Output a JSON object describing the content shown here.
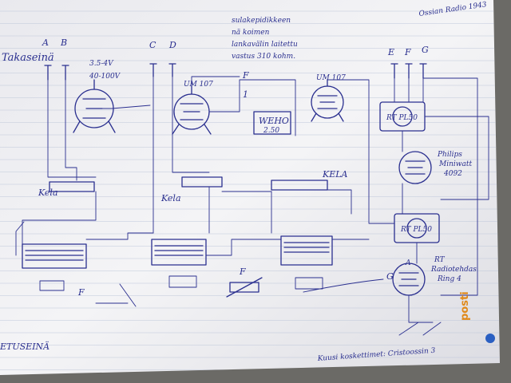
{
  "scene": "photo of a hand-drawn radio circuit schematic on lined notebook paper",
  "labels": {
    "back_wall": "Takaseinä",
    "corner_note": "Ossian Radio 1943",
    "note_line1": "sulakepidikkeen",
    "note_line2": "nä koimen",
    "note_line3": "lankavälin laitettu",
    "note_line4": "vastus 310 kohm.",
    "terminal_a": "A",
    "terminal_b": "B",
    "terminal_c": "C",
    "terminal_d": "D",
    "terminal_e": "E",
    "terminal_f": "F",
    "terminal_g": "G",
    "tube1_spec1": "3.5-4V",
    "tube1_spec2": "40-100V",
    "tube2_label": "UM 107",
    "tube3_label": "UM 107",
    "weho": "WEHO",
    "weho_value": "2.50",
    "kela1": "Kela",
    "kela2": "Kela",
    "kela3": "KELA",
    "philips": "Philips",
    "philips2": "Miniwatt",
    "philips3": "4092",
    "rt1": "RT",
    "rt2": "Radiotehdas",
    "rt3": "Ring 4",
    "pl_top": "RT PL50",
    "pl_bottom": "RT PL50",
    "front_wall": "ETUSEINÄ",
    "bottom_note": "Kuusi koskettimet: Cristoossin 3",
    "fil_f": "F",
    "fil_f2": "F",
    "switch_num": "1",
    "logo": "posti"
  },
  "colors": {
    "paper": "#f2f2f4",
    "ink": "#2a2f8f",
    "shadow": "#6b6a66",
    "logo": "#e0891a",
    "logo_dot": "#2a5fc2"
  }
}
